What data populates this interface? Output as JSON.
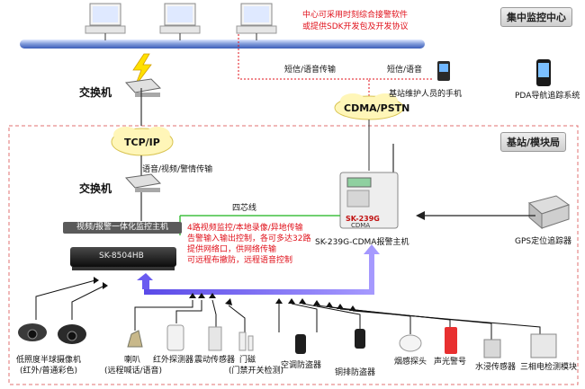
{
  "header": {
    "center_note_line1": "中心可采用时刻综合接警软件",
    "center_note_line2": "或提供SDK开发包及开发协议",
    "center_title": "集中监控中心",
    "base_title": "基站/模块局"
  },
  "network": {
    "switch_top": "交换机",
    "switch_bottom": "交换机",
    "tcpip": "TCP/IP",
    "cdma_pstn": "CDMA/PSTN",
    "sms_voice_transfer": "短信/语音传输",
    "sms_voice": "短信/语音",
    "voice_video_alarm": "语音/视频/警情传输",
    "four_core_wire": "四芯线"
  },
  "devices": {
    "phone": "基站维护人员的手机",
    "pda": "PDA导航追踪系统",
    "gps": "GPS定位追踪器",
    "dvr_caption": "视频/报警一体化监控主机",
    "dvr_model": "SK-8504HB",
    "alarm_host": "SK-239G-CDMA报警主机",
    "alarm_panel_brand": "SK-239G",
    "alarm_panel_sub": "CDMA"
  },
  "features": [
    "4路视频监控/本地录像/异地传输",
    "告警输入输出控制，各可多达32路",
    "提供网络口，供网络传输",
    "可远程布撤防，远程语音控制"
  ],
  "sensors": {
    "camera_line1": "低照度半球摄像机",
    "camera_line2": "(红外/普通彩色)",
    "horn": "喇叭",
    "horn_sub": "(远程喊话/语音)",
    "ir_detector": "红外探测器",
    "vibration": "震动传感器",
    "door_magnet": "门磁",
    "door_magnet_sub": "(门禁开关检测)",
    "ac_anti_theft": "空调防盗器",
    "copper_anti_theft": "铜排防盗器",
    "smoke": "烟感探头",
    "siren": "声光警号",
    "water": "水浸传感器",
    "three_phase": "三相电检测模块"
  },
  "colors": {
    "red_text": "#e0101a",
    "dashed_border": "#e07070",
    "arrow_fill": "#7b6cf0",
    "network_line": "#3b5db8"
  }
}
